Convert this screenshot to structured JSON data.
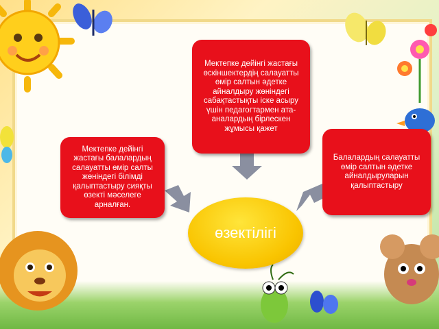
{
  "center": {
    "label": "өзектілігі"
  },
  "boxes": {
    "top": "Мектепке дейінгі жастағы өскіншектердің салауатты өмір салтын әдетке айналдыру жөніндегі сабақтастықты іске асыру үшін педагогтармен ата-аналардың бірлескен жұмысы қажет",
    "left": "Мектепке дейінгі жастағы балалардың салауатты өмір салты жөніндегі білімді қалыптастыру сияқты өзекті мәселеге арналған.",
    "right": "Балалардың салауатты өмір салтын әдетке айналдыруларын қалыптастыру"
  },
  "colors": {
    "box": "#e8101b",
    "center": "#f9c400",
    "arrow": "#8a8fa0"
  },
  "icons": [
    "sun-icon",
    "butterfly-icon",
    "flower-icon",
    "lion-icon",
    "bug-icon",
    "bird-icon",
    "mouse-icon"
  ]
}
